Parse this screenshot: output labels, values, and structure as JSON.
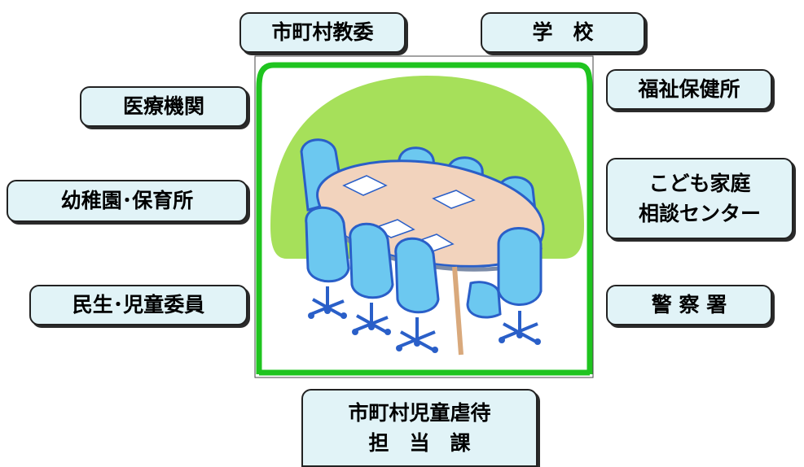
{
  "scene": {
    "icon": "meeting-room-icon",
    "frame_color": "#1fc41f",
    "backdrop_color": "#a6e05a",
    "table_color": "#f2d3bd",
    "chair_color": "#6cc8f0"
  },
  "boxes": {
    "city_board_of_education": "市町村教委",
    "school": "学　校",
    "medical_institution": "医療機関",
    "welfare_health_center": "福祉保健所",
    "kindergarten_nursery": "幼稚園･保育所",
    "child_family_center": [
      "こども家庭",
      "相談センター"
    ],
    "welfare_commissioners": "民生･児童委員",
    "police_station": "警 察 署",
    "city_child_abuse_section": [
      "市町村児童虐待",
      "担　当　課"
    ]
  }
}
